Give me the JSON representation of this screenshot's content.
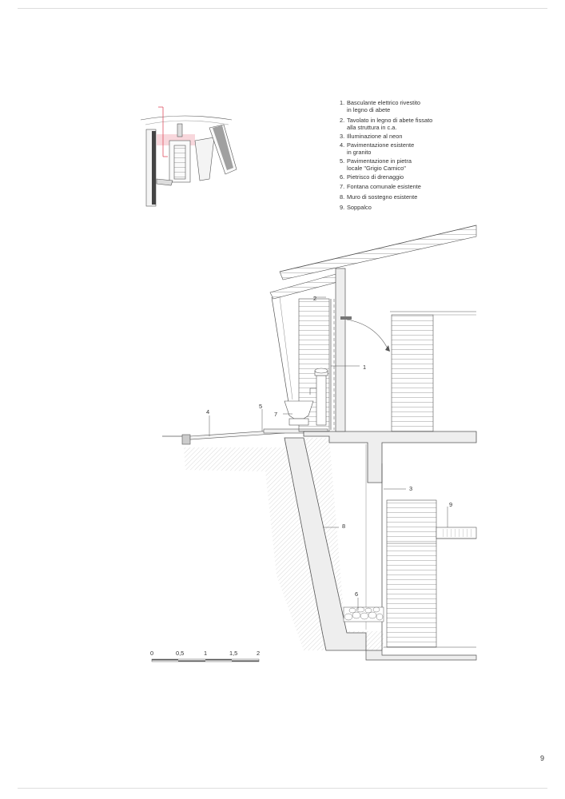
{
  "legend": [
    {
      "num": "1.",
      "lines": [
        "Basculante elettrico rivestito",
        "in legno di abete"
      ]
    },
    {
      "num": "2.",
      "lines": [
        "Tavolato in legno di abete fissato",
        "alla struttura in c.a."
      ]
    },
    {
      "num": "3.",
      "lines": [
        "Illuminazione al neon"
      ]
    },
    {
      "num": "4.",
      "lines": [
        "Pavimentazione esistente",
        "in granito"
      ]
    },
    {
      "num": "5.",
      "lines": [
        "Pavimentazione in pietra",
        "locale \"Grigio Carnico\""
      ]
    },
    {
      "num": "6.",
      "lines": [
        "Pietrisco di drenaggio"
      ]
    },
    {
      "num": "7.",
      "lines": [
        "Fontana comunale esistente"
      ]
    },
    {
      "num": "8.",
      "lines": [
        "Muro di sostegno esistente"
      ]
    },
    {
      "num": "9.",
      "lines": [
        "Soppalco"
      ]
    }
  ],
  "callouts": [
    "1",
    "2",
    "3",
    "4",
    "5",
    "6",
    "7",
    "8",
    "9"
  ],
  "scale_bar": {
    "labels": [
      "0",
      "0,5",
      "1",
      "1,5",
      "2"
    ]
  },
  "page_number": "9",
  "colors": {
    "line": "#555555",
    "hatch": "#cfcfcf",
    "concrete": "#eeeeee",
    "section_mark": "#e05060"
  }
}
